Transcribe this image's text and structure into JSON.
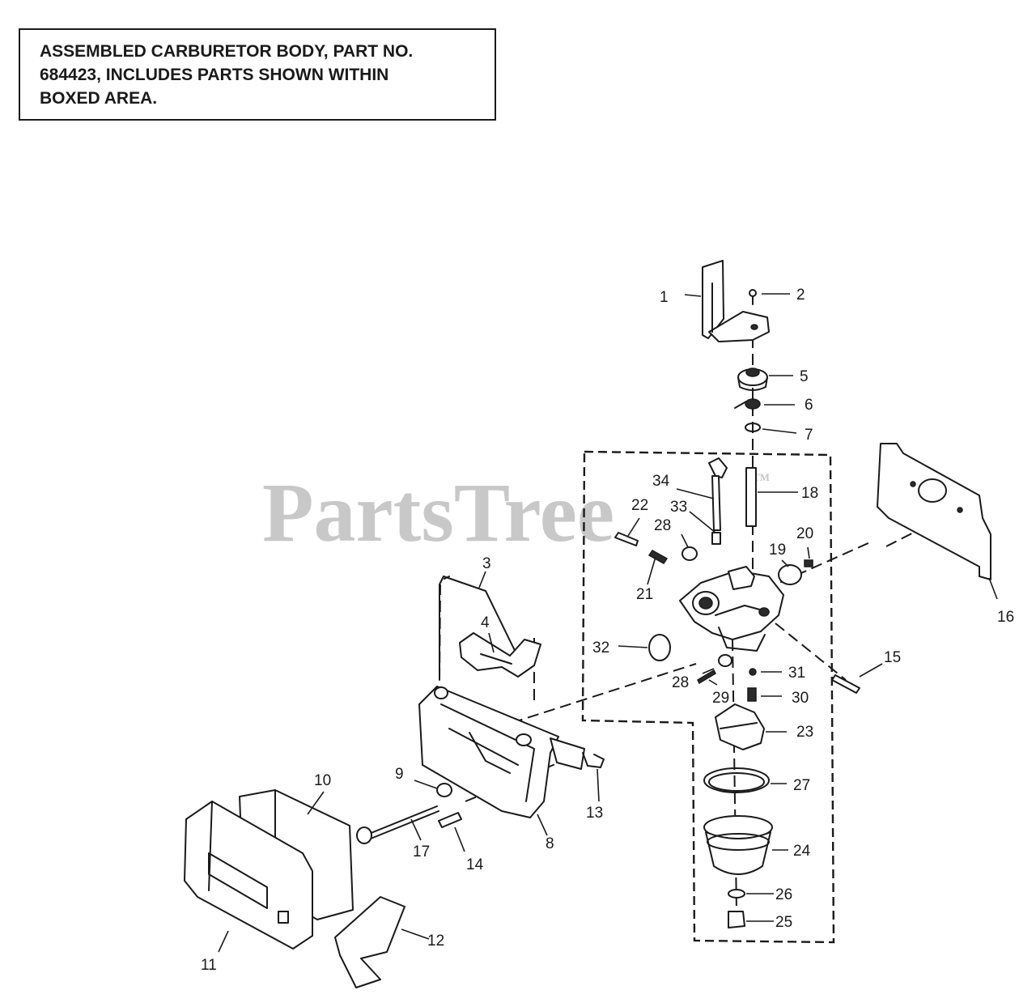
{
  "note": {
    "line1": "ASSEMBLED CARBURETOR BODY, PART NO.",
    "line2": "684423, INCLUDES PARTS SHOWN WITHIN",
    "line3": "BOXED AREA."
  },
  "watermark": {
    "text": "PartsTree",
    "mark": "TM",
    "color": "#c8c8c8"
  },
  "callouts": [
    "1",
    "2",
    "5",
    "6",
    "7",
    "34",
    "18",
    "22",
    "33",
    "28",
    "20",
    "19",
    "3",
    "21",
    "4",
    "16",
    "32",
    "15",
    "31",
    "28",
    "29",
    "30",
    "23",
    "9",
    "10",
    "27",
    "13",
    "8",
    "14",
    "17",
    "24",
    "26",
    "25",
    "12",
    "11"
  ]
}
